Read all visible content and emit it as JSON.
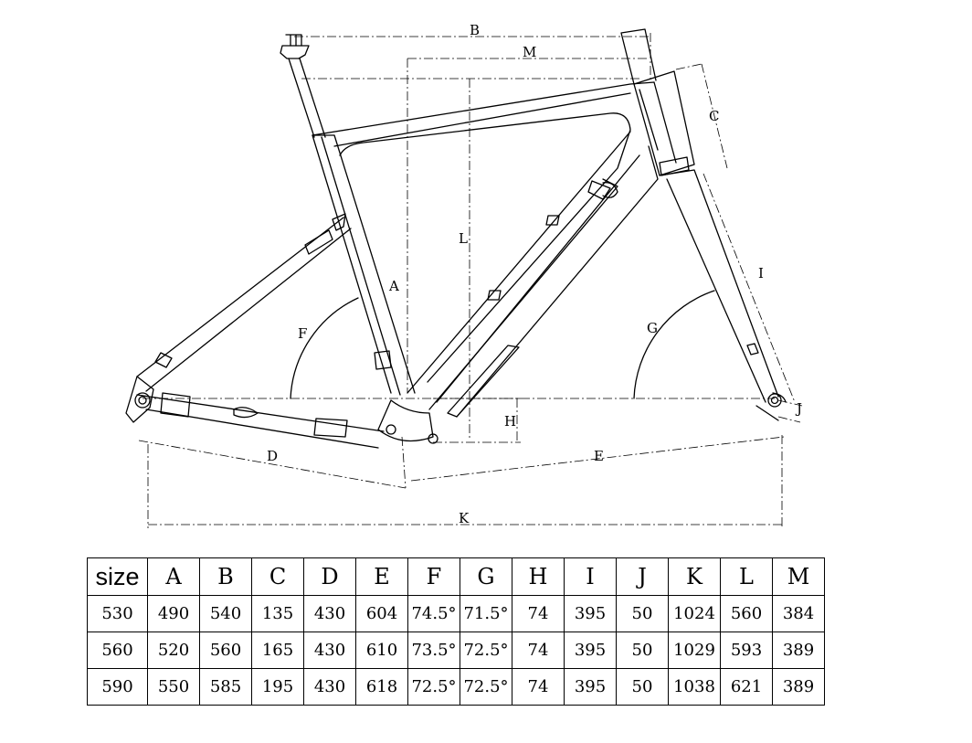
{
  "diagram": {
    "dimension_labels": [
      "B",
      "M",
      "C",
      "L",
      "A",
      "F",
      "G",
      "I",
      "H",
      "J",
      "D",
      "E",
      "K"
    ]
  },
  "table": {
    "headers": [
      "size",
      "A",
      "B",
      "C",
      "D",
      "E",
      "F",
      "G",
      "H",
      "I",
      "J",
      "K",
      "L",
      "M"
    ],
    "rows": [
      [
        "530",
        "490",
        "540",
        "135",
        "430",
        "604",
        "74.5°",
        "71.5°",
        "74",
        "395",
        "50",
        "1024",
        "560",
        "384"
      ],
      [
        "560",
        "520",
        "560",
        "165",
        "430",
        "610",
        "73.5°",
        "72.5°",
        "74",
        "395",
        "50",
        "1029",
        "593",
        "389"
      ],
      [
        "590",
        "550",
        "585",
        "195",
        "430",
        "618",
        "72.5°",
        "72.5°",
        "74",
        "395",
        "50",
        "1038",
        "621",
        "389"
      ]
    ]
  }
}
